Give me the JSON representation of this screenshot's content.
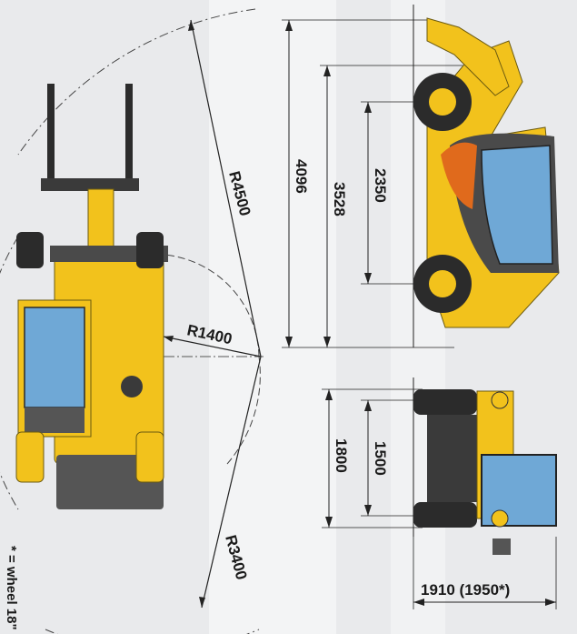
{
  "colors": {
    "background": "#e9eaec",
    "machine_yellow": "#f2c21c",
    "machine_dark": "#3a3a3a",
    "glass": "#6fa8d6",
    "line": "#1a1a1a",
    "accent_orange": "#e06a1c"
  },
  "top_view": {
    "radius_outer": "R4500",
    "radius_inner": "R1400",
    "radius_mid": "R3400"
  },
  "side_view": {
    "overall_length": "4096",
    "length_to_rear": "3528",
    "wheelbase": "2350"
  },
  "front_view": {
    "overall_width": "1800",
    "track": "1500",
    "height": "1910 (1950*)"
  },
  "footnote": "* = wheel 18\""
}
